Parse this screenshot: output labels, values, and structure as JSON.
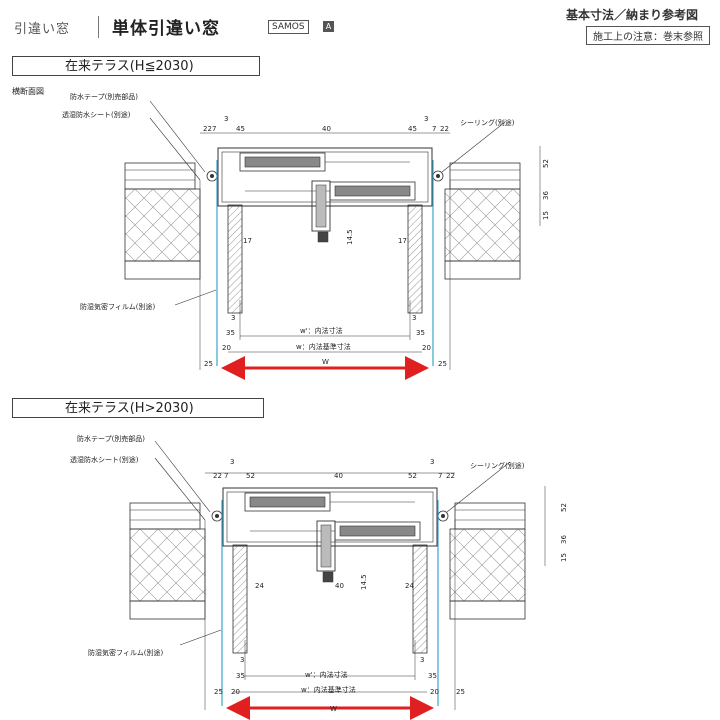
{
  "header": {
    "category": "引違い窓",
    "title": "単体引違い窓",
    "brand": "SAMOS",
    "brand_mark": "A",
    "right_title": "基本寸法／納まり参考図",
    "right_note": "施工上の注意：巻末参照"
  },
  "sections": [
    {
      "title": "在来テラス(H≦2030)",
      "view_label": "横断面図",
      "labels": {
        "waterproof_tape": "防水テープ(別売部品)",
        "breathable_sheet": "透湿防水シート(別途)",
        "sealing": "シーリング(別途)",
        "vapor_film": "防湿気密フィルム(別途)",
        "w_prime": "w'：内法寸法",
        "w_std": "w：内法基準寸法",
        "W": "W"
      },
      "dims": {
        "top_left": [
          "22",
          "7",
          "3",
          "45"
        ],
        "top_mid": "40",
        "top_right": [
          "45",
          "3",
          "7",
          "22"
        ],
        "right": [
          "52",
          "36",
          "15"
        ],
        "inner": [
          "17",
          "14.5",
          "17"
        ],
        "bottom_left": [
          "3",
          "35",
          "20",
          "25"
        ],
        "bottom_right": [
          "3",
          "35",
          "20",
          "25"
        ]
      }
    },
    {
      "title": "在来テラス(H>2030)",
      "labels": {
        "waterproof_tape": "防水テープ(別売部品)",
        "breathable_sheet": "透湿防水シート(別途)",
        "sealing": "シーリング(別途)",
        "vapor_film": "防湿気密フィルム(別途)",
        "w_prime": "w'：内法寸法",
        "w_std": "w：内法基準寸法",
        "W": "W"
      },
      "dims": {
        "top_left": [
          "22",
          "7",
          "3",
          "52"
        ],
        "top_mid": "40",
        "top_right": [
          "52",
          "3",
          "7",
          "22"
        ],
        "right": [
          "52",
          "36",
          "15"
        ],
        "inner": [
          "24",
          "40",
          "14.5",
          "24"
        ],
        "bottom_left": [
          "3",
          "35",
          "25",
          "20"
        ],
        "bottom_right": [
          "3",
          "35",
          "20",
          "25"
        ]
      }
    }
  ],
  "colors": {
    "arrow": "#e02020",
    "cyan_line": "#38a8c8",
    "line": "#333333"
  }
}
